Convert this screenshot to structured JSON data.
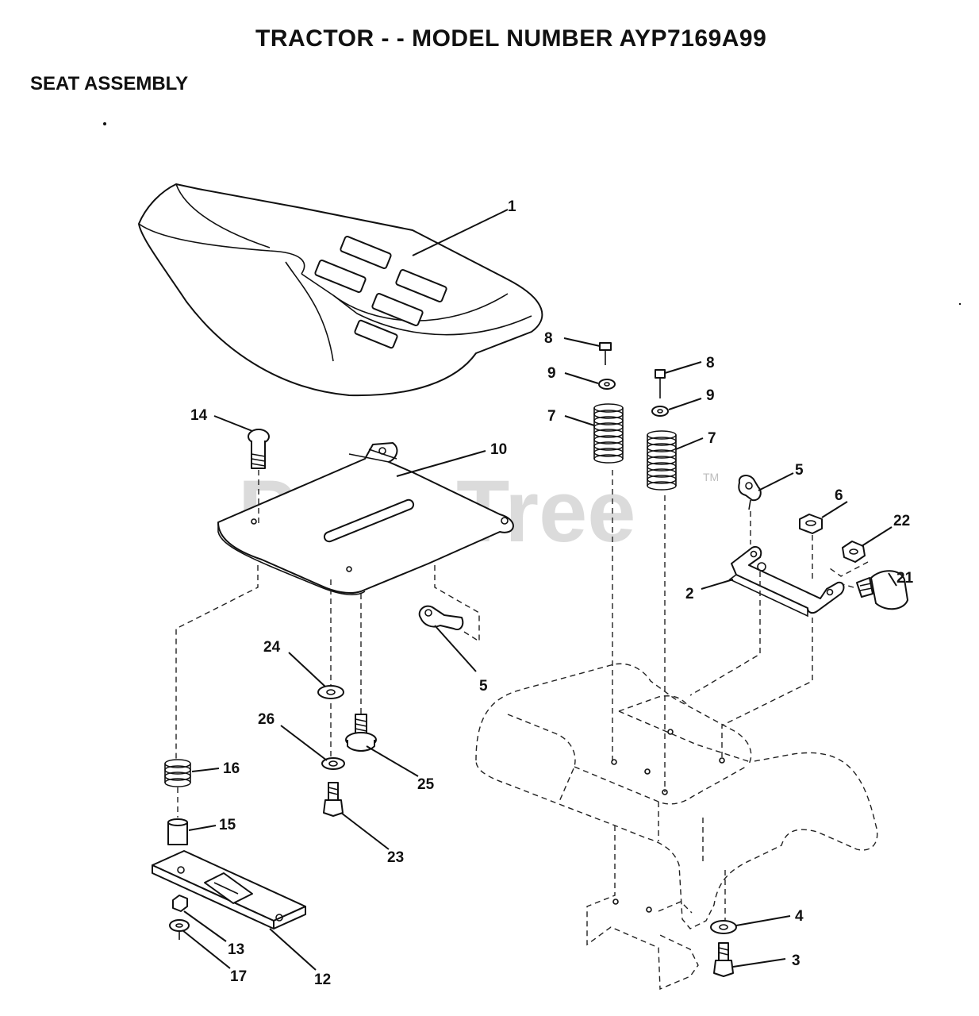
{
  "header": {
    "title": "TRACTOR - - MODEL NUMBER AYP7169A99",
    "subtitle": "SEAT ASSEMBLY"
  },
  "watermark": {
    "text": "PartsTree",
    "trademark": "TM"
  },
  "callouts": {
    "c1": "1",
    "c2": "2",
    "c3": "3",
    "c4": "4",
    "c5a": "5",
    "c5b": "5",
    "c6": "6",
    "c7a": "7",
    "c7b": "7",
    "c8a": "8",
    "c8b": "8",
    "c9a": "9",
    "c9b": "9",
    "c10": "10",
    "c12": "12",
    "c13": "13",
    "c14": "14",
    "c15": "15",
    "c16": "16",
    "c17": "17",
    "c21": "21",
    "c22": "22",
    "c23": "23",
    "c24": "24",
    "c25": "25",
    "c26": "26"
  }
}
